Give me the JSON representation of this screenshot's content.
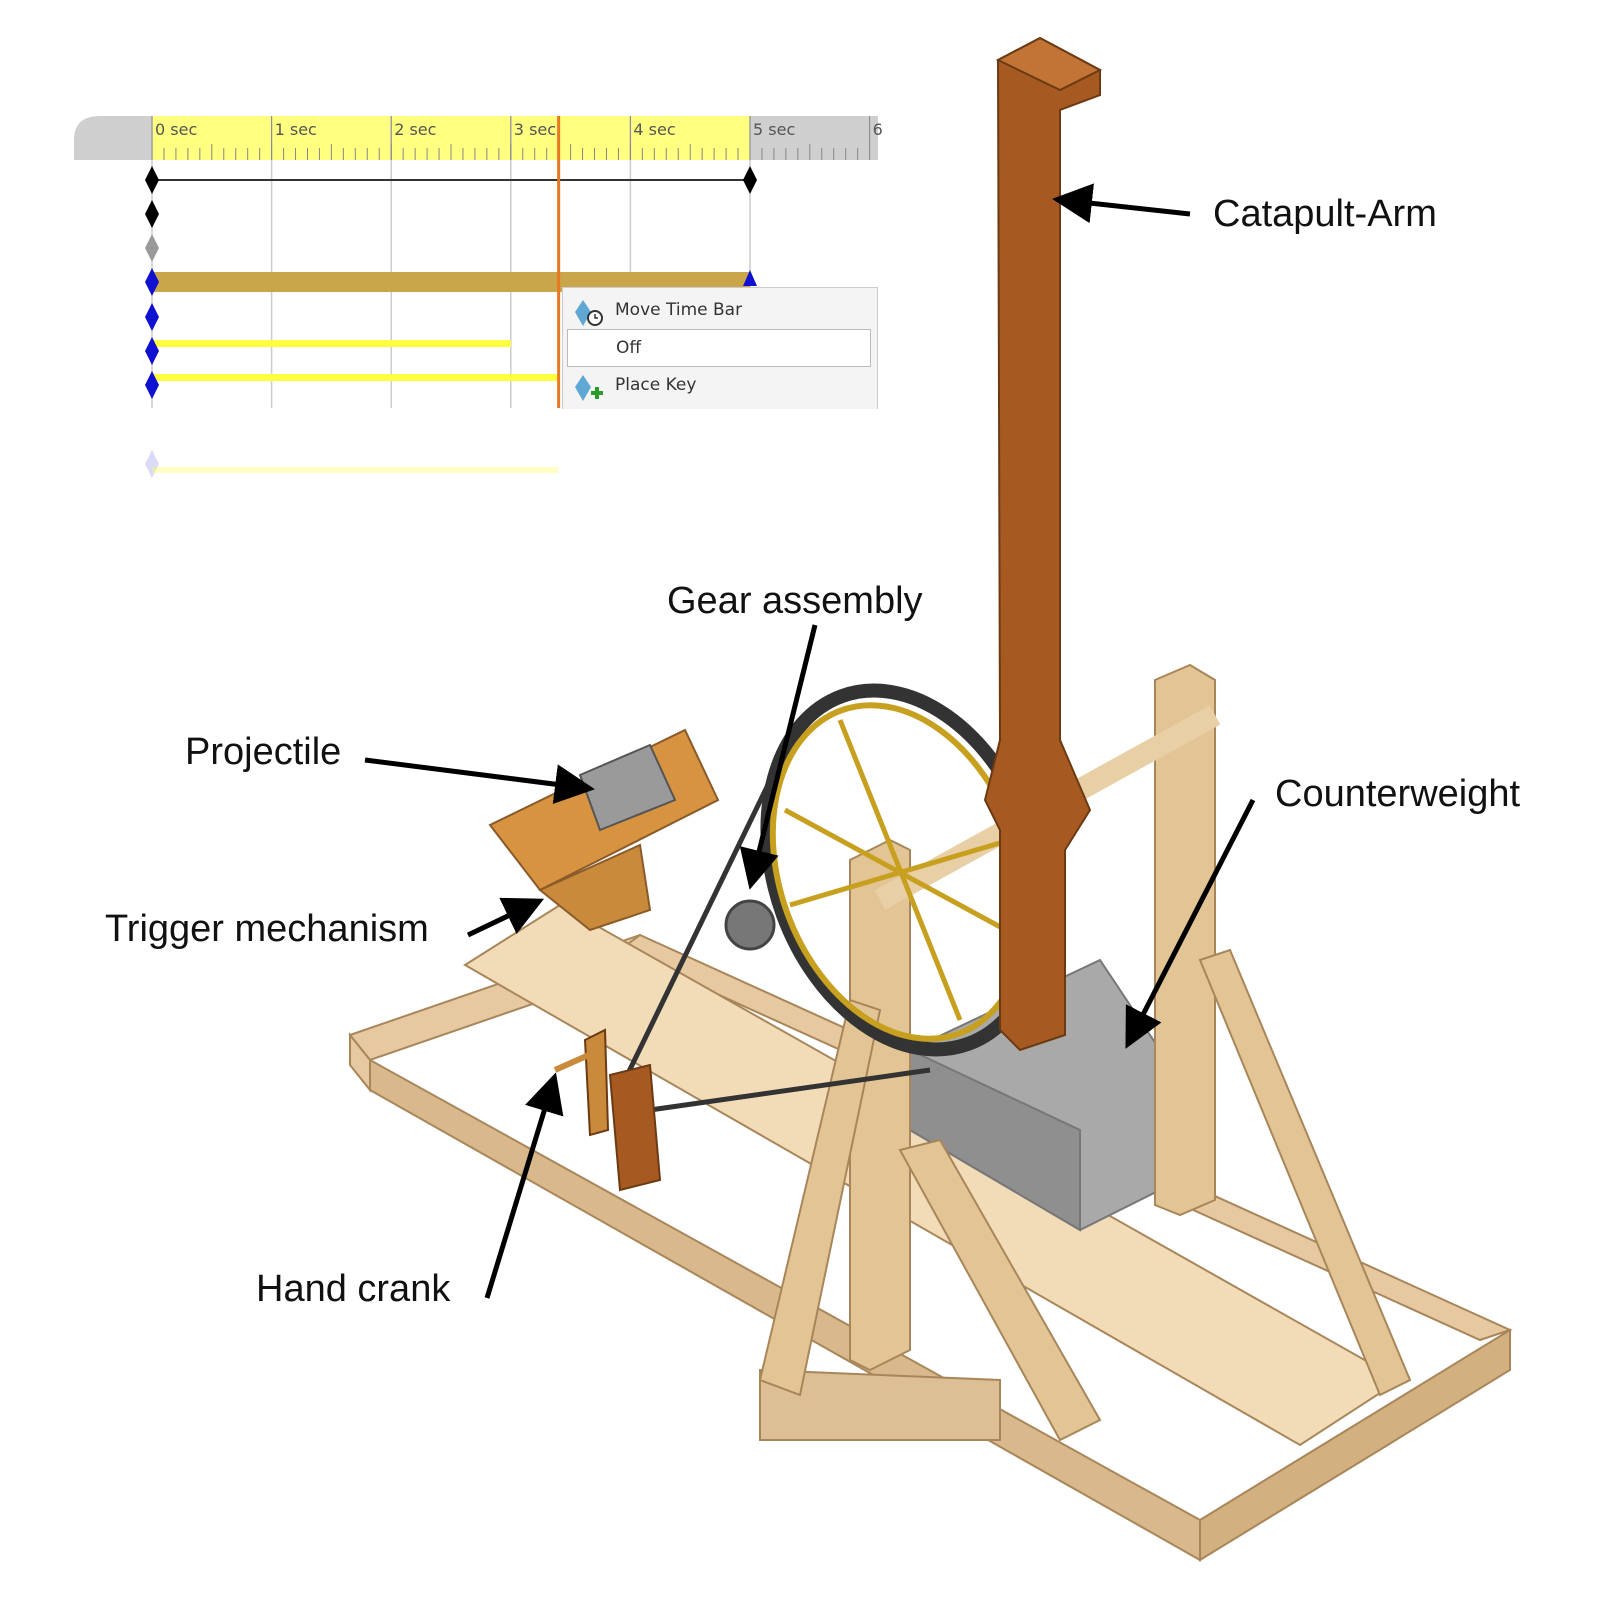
{
  "timeline": {
    "tick_labels": [
      "0 sec",
      "1 sec",
      "2 sec",
      "3 sec",
      "4 sec",
      "5 sec",
      "6"
    ],
    "time_bar_sec": 3.4,
    "colors": {
      "ruler_active": "#ffff80",
      "ruler_inactive": "#cfcfcf",
      "time_bar": "#e87722",
      "key_blue": "#1010d0",
      "bar_gold": "#c9a64a",
      "bar_yellow": "#ffff40"
    }
  },
  "context_menu": {
    "items": [
      {
        "label": "Move Time Bar",
        "icon": "diamond-clock-icon"
      },
      {
        "label": "Off",
        "icon": ""
      },
      {
        "label": "Place Key",
        "icon": "diamond-plus-icon"
      }
    ]
  },
  "callouts": {
    "catapult_arm": "Catapult-Arm",
    "gear_assembly": "Gear assembly",
    "projectile": "Projectile",
    "trigger": "Trigger mechanism",
    "counterweight": "Counterweight",
    "hand_crank": "Hand crank"
  }
}
